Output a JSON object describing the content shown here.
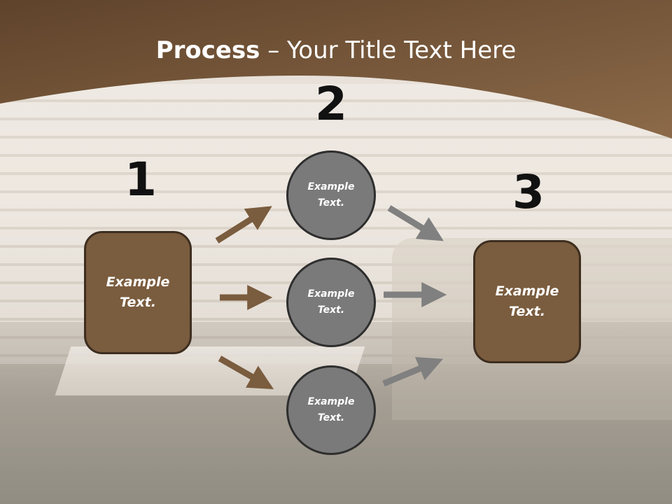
{
  "slide": {
    "title_bold": "Process",
    "title_rest": " – Your Title Text Here"
  },
  "steps": {
    "one": "1",
    "two": "2",
    "three": "3"
  },
  "boxes": {
    "left": "Example\nText.",
    "right": "Example\nText."
  },
  "circles": {
    "top": "Example\nText.",
    "middle": "Example\nText.",
    "bottom": "Example\nText."
  },
  "colors": {
    "header": "#6e4f34",
    "box_fill": "#7a5c3e",
    "circle_fill": "#7a7a7a",
    "arrow_brown": "#7a5c3e",
    "arrow_gray": "#808080"
  }
}
